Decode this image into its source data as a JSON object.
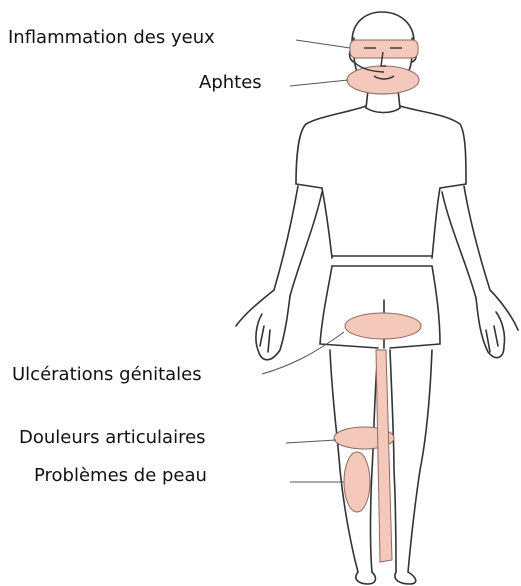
{
  "labels": {
    "eyes": "Inflammation des yeux",
    "aphtes": "Aphtes",
    "genital": "Ulcérations génitales",
    "joints": "Douleurs articulaires",
    "skin": "Problèmes de peau"
  },
  "colors": {
    "highlight_fill": "#f4c9bc",
    "line": "#333333",
    "text": "#111111"
  }
}
